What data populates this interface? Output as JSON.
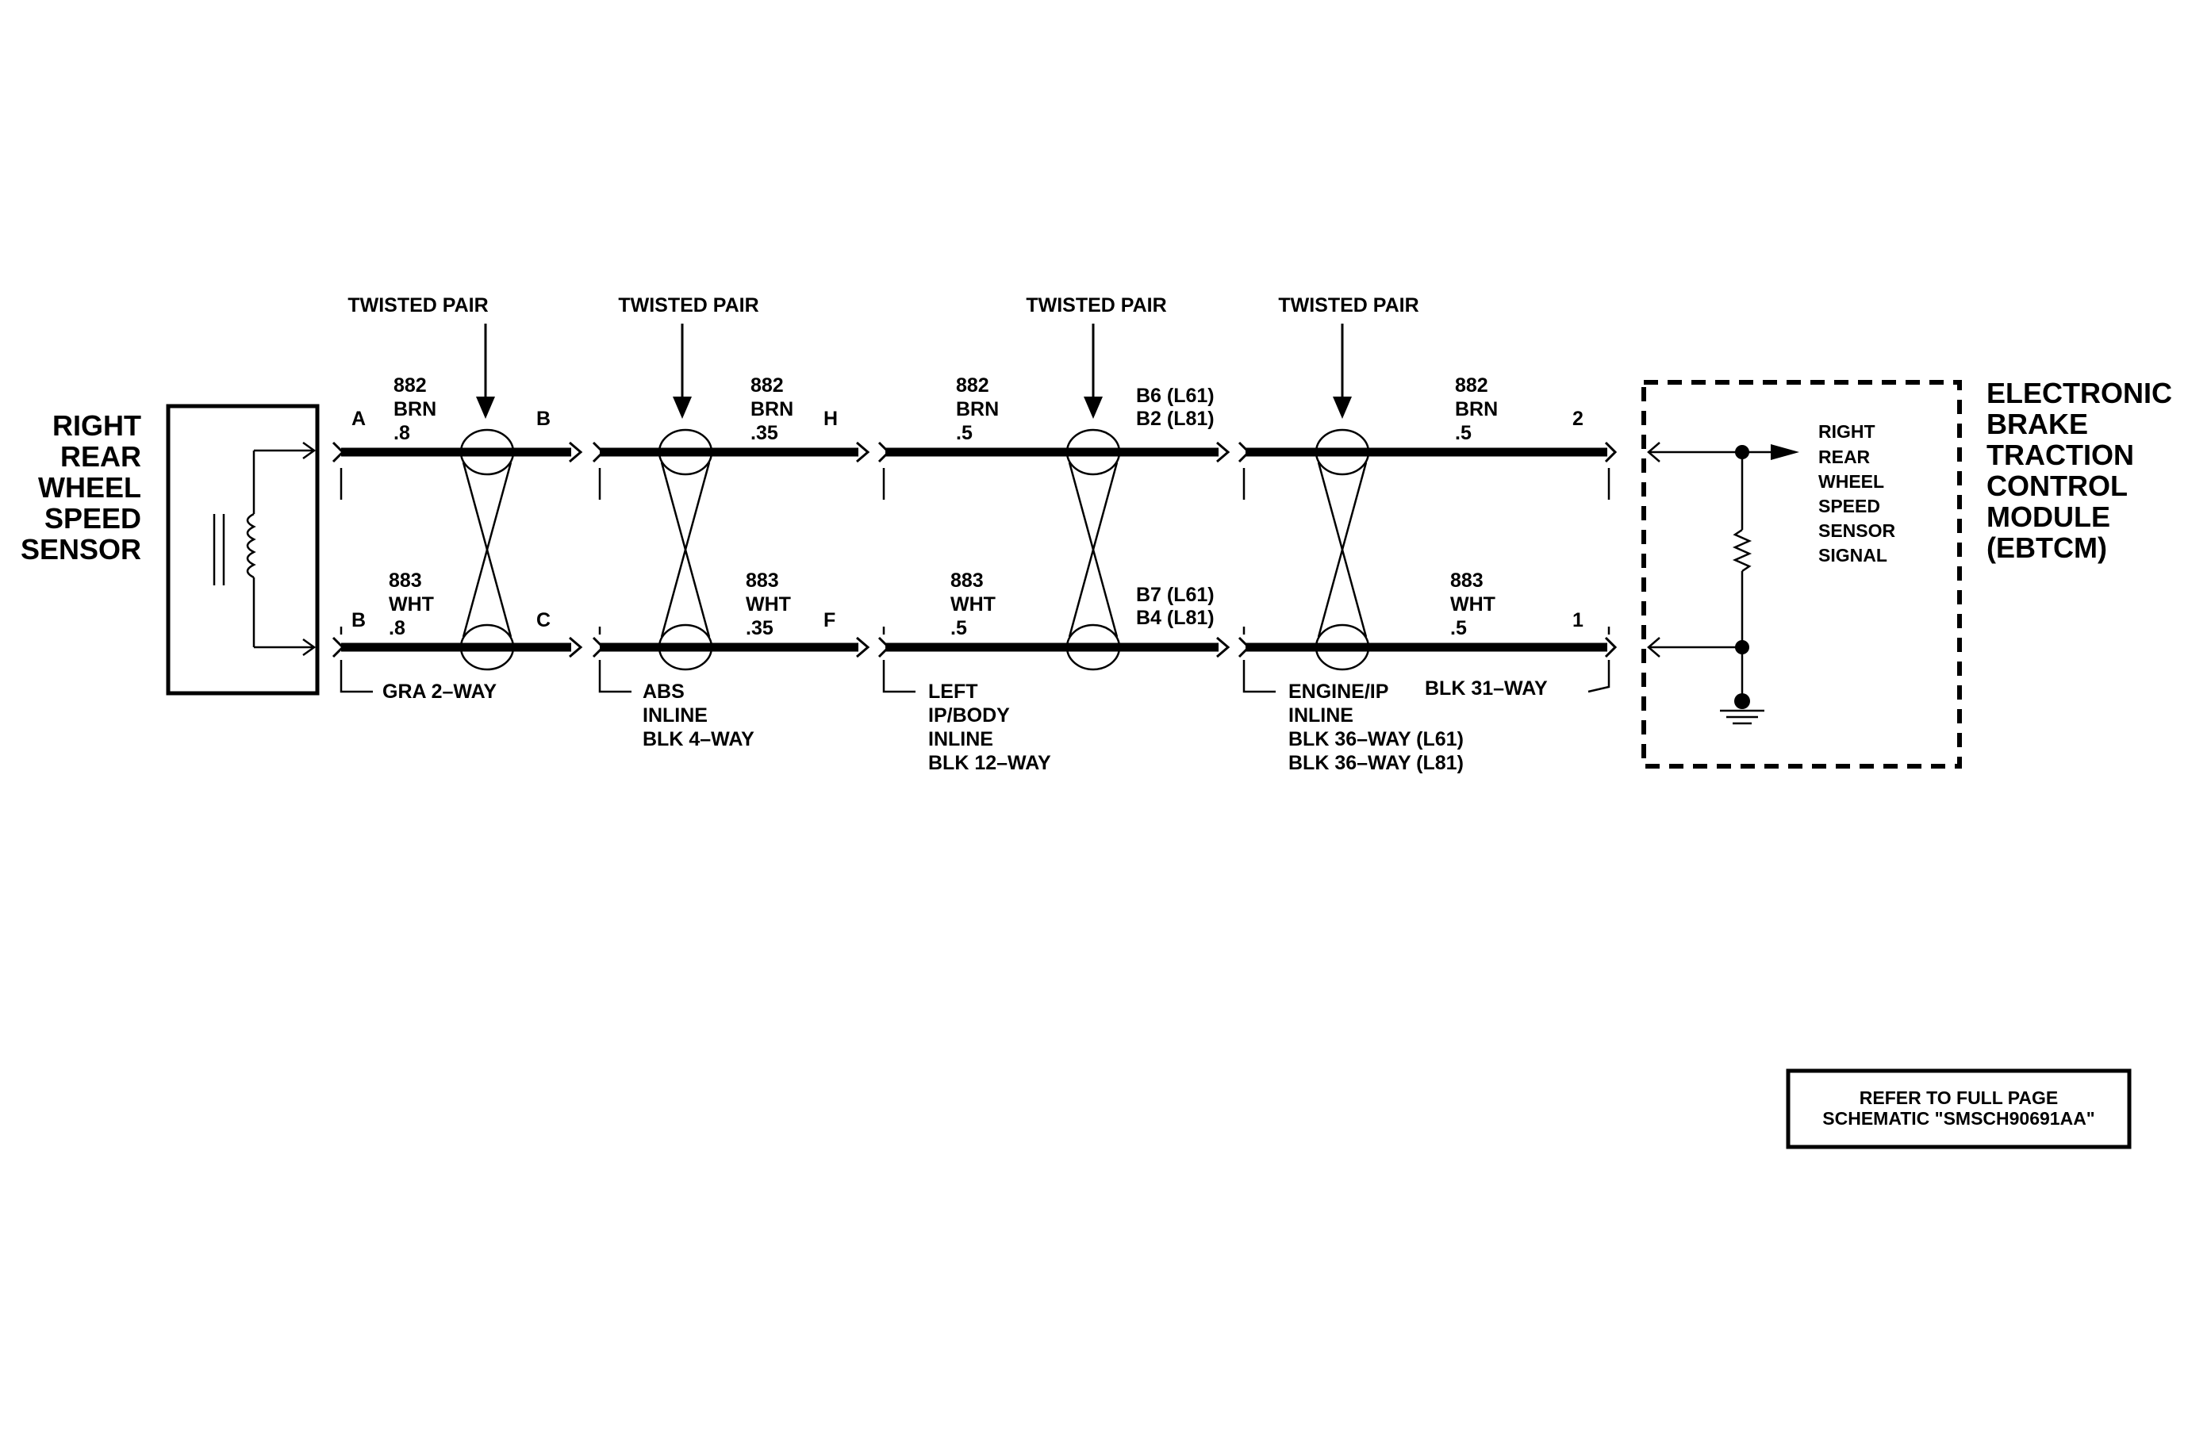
{
  "sensor": {
    "title_lines": [
      "RIGHT",
      "REAR",
      "WHEEL",
      "SPEED",
      "SENSOR"
    ]
  },
  "module": {
    "title_lines": [
      "ELECTRONIC",
      "BRAKE",
      "TRACTION",
      "CONTROL",
      "MODULE",
      "(EBTCM)"
    ],
    "signal_lines": [
      "RIGHT",
      "REAR",
      "WHEEL",
      "SPEED",
      "SENSOR",
      "SIGNAL"
    ]
  },
  "twisted_pair_label": "TWISTED PAIR",
  "segments": [
    {
      "top_pin_left": "A",
      "top_pin_right": "B",
      "bottom_pin_left": "B",
      "bottom_pin_right": "C",
      "top_wire": [
        "882",
        "BRN",
        ".8"
      ],
      "bottom_wire": [
        "883",
        "WHT",
        ".8"
      ],
      "connector_lines": [
        "GRA 2–WAY"
      ]
    },
    {
      "top_pin_right": "H",
      "bottom_pin_right": "F",
      "top_wire": [
        "882",
        "BRN",
        ".35"
      ],
      "bottom_wire": [
        "883",
        "WHT",
        ".35"
      ],
      "connector_lines": [
        "ABS",
        "INLINE",
        "BLK 4–WAY"
      ]
    },
    {
      "top_pin_right_lines": [
        "B6 (L61)",
        "B2 (L81)"
      ],
      "bottom_pin_right_lines": [
        "B7 (L61)",
        "B4 (L81)"
      ],
      "top_wire": [
        "882",
        "BRN",
        ".5"
      ],
      "bottom_wire": [
        "883",
        "WHT",
        ".5"
      ],
      "connector_lines": [
        "LEFT",
        "IP/BODY",
        "INLINE",
        "BLK 12–WAY"
      ]
    },
    {
      "top_pin_right": "2",
      "bottom_pin_right": "1",
      "top_wire": [
        "882",
        "BRN",
        ".5"
      ],
      "bottom_wire": [
        "883",
        "WHT",
        ".5"
      ],
      "connector_lines": [
        "ENGINE/IP",
        "INLINE",
        "BLK 36–WAY (L61)",
        "BLK 36–WAY (L81)"
      ],
      "connector_right": "BLK 31–WAY"
    }
  ],
  "reference_box": {
    "lines": [
      "REFER TO FULL PAGE",
      "SCHEMATIC \"SMSCH90691AA\""
    ]
  }
}
